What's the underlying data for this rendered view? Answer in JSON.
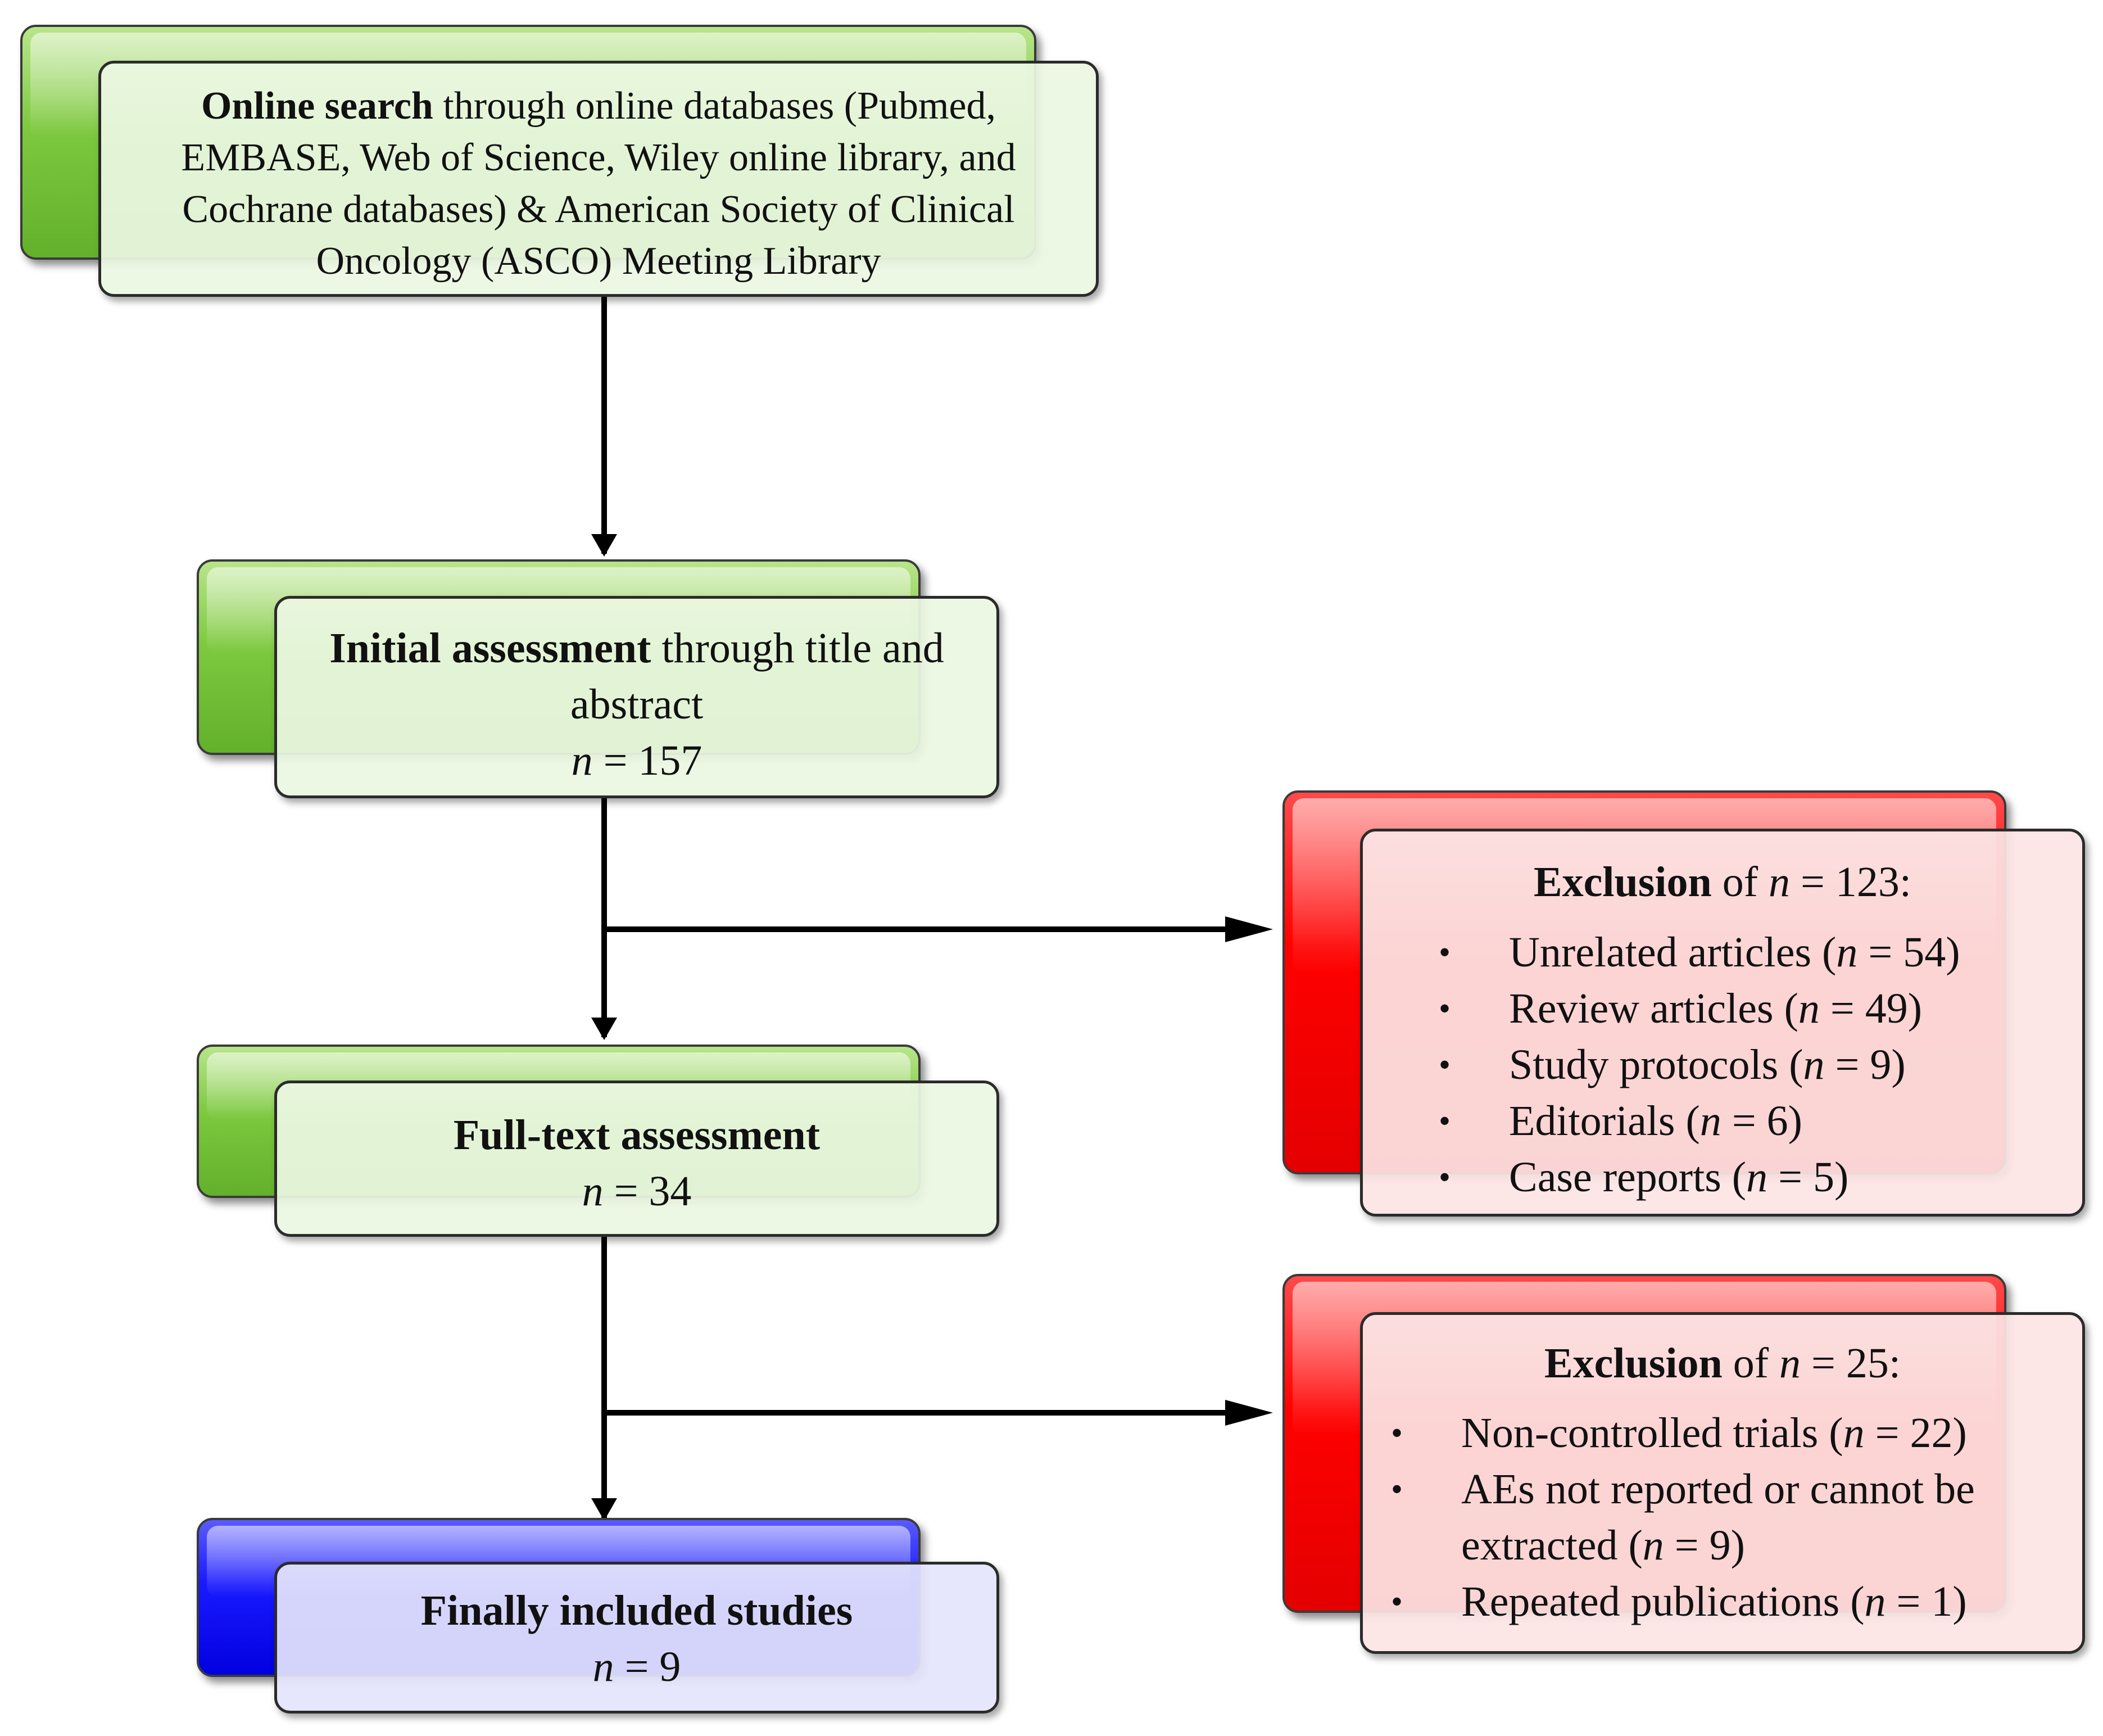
{
  "boxes": {
    "search": {
      "bold": "Online search",
      "lines": [
        "through online databases (Pubmed,",
        "EMBASE, Web of Science, Wiley online library, and",
        "Cochrane databases) & American Society of Clinical",
        "Oncology (ASCO) Meeting Library"
      ]
    },
    "initial": {
      "bold": "Initial assessment",
      "rest": "through title and",
      "line2": "abstract",
      "n_label": "n",
      "n_value": "= 157"
    },
    "fulltext": {
      "bold": "Full-text assessment",
      "n_label": "n",
      "n_value": "= 34"
    },
    "final": {
      "bold": "Finally included studies",
      "n_label": "n",
      "n_value": "= 9"
    }
  },
  "exclusion1": {
    "bold": "Exclusion",
    "of": "of",
    "n_label": "n",
    "n_value": "= 123:",
    "items": [
      {
        "text": "Unrelated articles (",
        "n": "n",
        "value": "= 54)"
      },
      {
        "text": "Review articles (",
        "n": "n",
        "value": "= 49)"
      },
      {
        "text": "Study protocols (",
        "n": "n",
        "value": "= 9)"
      },
      {
        "text": "Editorials (",
        "n": "n",
        "value": "= 6)"
      },
      {
        "text": "Case reports (",
        "n": "n",
        "value": "= 5)"
      }
    ]
  },
  "exclusion2": {
    "bold": "Exclusion",
    "of": "of",
    "n_label": "n",
    "n_value": "= 25:",
    "items": [
      {
        "text": "Non-controlled trials (",
        "n": "n",
        "value": "= 22)"
      },
      {
        "text": "AEs not reported or cannot be",
        "line2": "extracted (",
        "n": "n",
        "value": "= 9)"
      },
      {
        "text": "Repeated publications (",
        "n": "n",
        "value": "= 1)"
      }
    ]
  },
  "bullet_glyph": "•",
  "colors": {
    "green": "#7cc83e",
    "red": "#ff0000",
    "blue": "#0000ff"
  }
}
